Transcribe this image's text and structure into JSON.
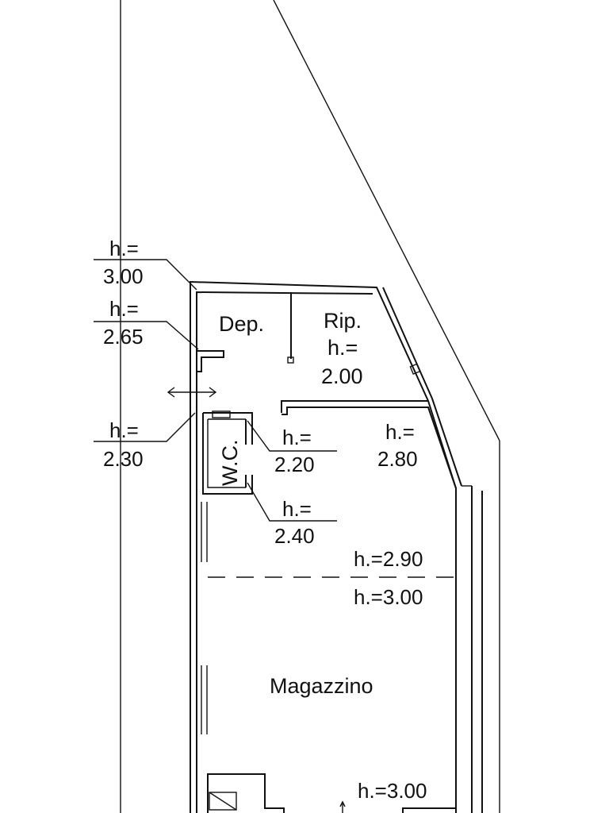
{
  "rooms": {
    "dep": "Dep.",
    "rip_name": "Rip.",
    "rip_h": "h.=",
    "rip_val": "2.00",
    "wc": "W.C.",
    "magazzino": "Magazzino"
  },
  "heights": {
    "h1_label": "h.=",
    "h1_value": "3.00",
    "h2_label": "h.=",
    "h2_value": "2.65",
    "h3_label": "h.=",
    "h3_value": "2.30",
    "h4_label": "h.=",
    "h4_value": "2.20",
    "h5_label": "h.=",
    "h5_value": "2.80",
    "h6_label": "h.=",
    "h6_value": "2.40",
    "h7": "h.=2.90",
    "h8": "h.=3.00",
    "h9": "h.=3.00"
  }
}
